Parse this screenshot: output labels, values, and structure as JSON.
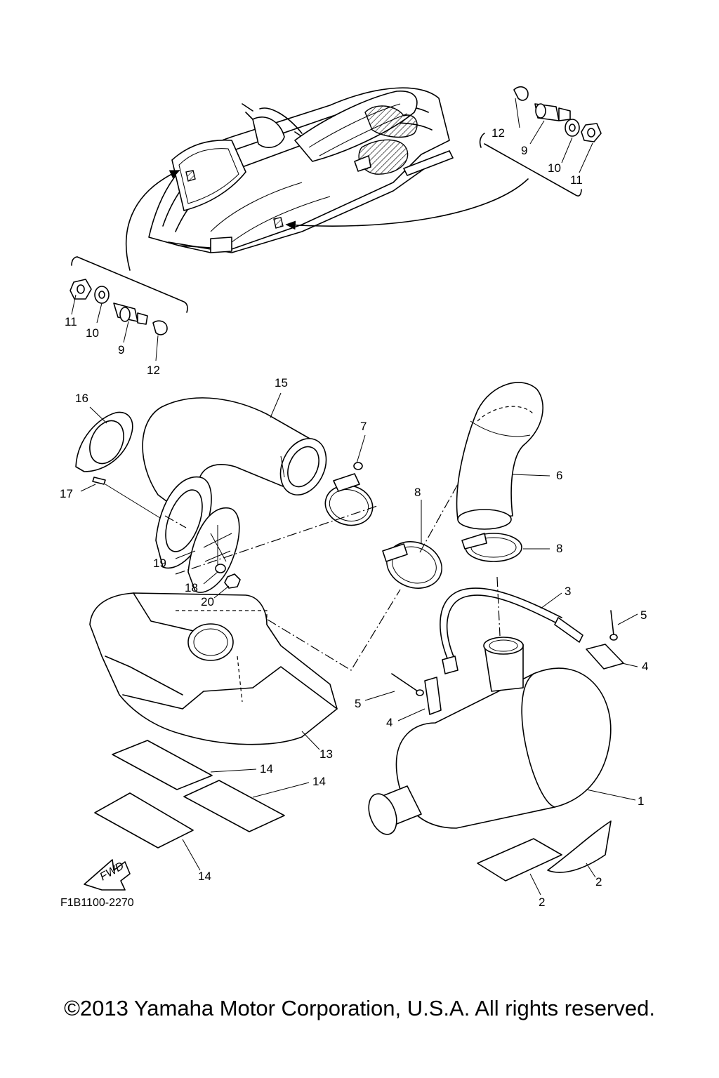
{
  "diagram": {
    "drawing_code": "F1B1100-2270",
    "fwd_label": "FWD",
    "copyright": "©2013 Yamaha Motor Corporation, U.S.A. All rights reserved.",
    "callouts": {
      "c1": "1",
      "c2a": "2",
      "c2b": "2",
      "c3": "3",
      "c4a": "4",
      "c4b": "4",
      "c5a": "5",
      "c5b": "5",
      "c6": "6",
      "c7": "7",
      "c8a": "8",
      "c8b": "8",
      "c9a": "9",
      "c9b": "9",
      "c10a": "10",
      "c10b": "10",
      "c11a": "11",
      "c11b": "11",
      "c12a": "12",
      "c12b": "12",
      "c13": "13",
      "c14a": "14",
      "c14b": "14",
      "c14c": "14",
      "c15": "15",
      "c16": "16",
      "c17": "17",
      "c18": "18",
      "c19": "19",
      "c20": "20"
    }
  }
}
